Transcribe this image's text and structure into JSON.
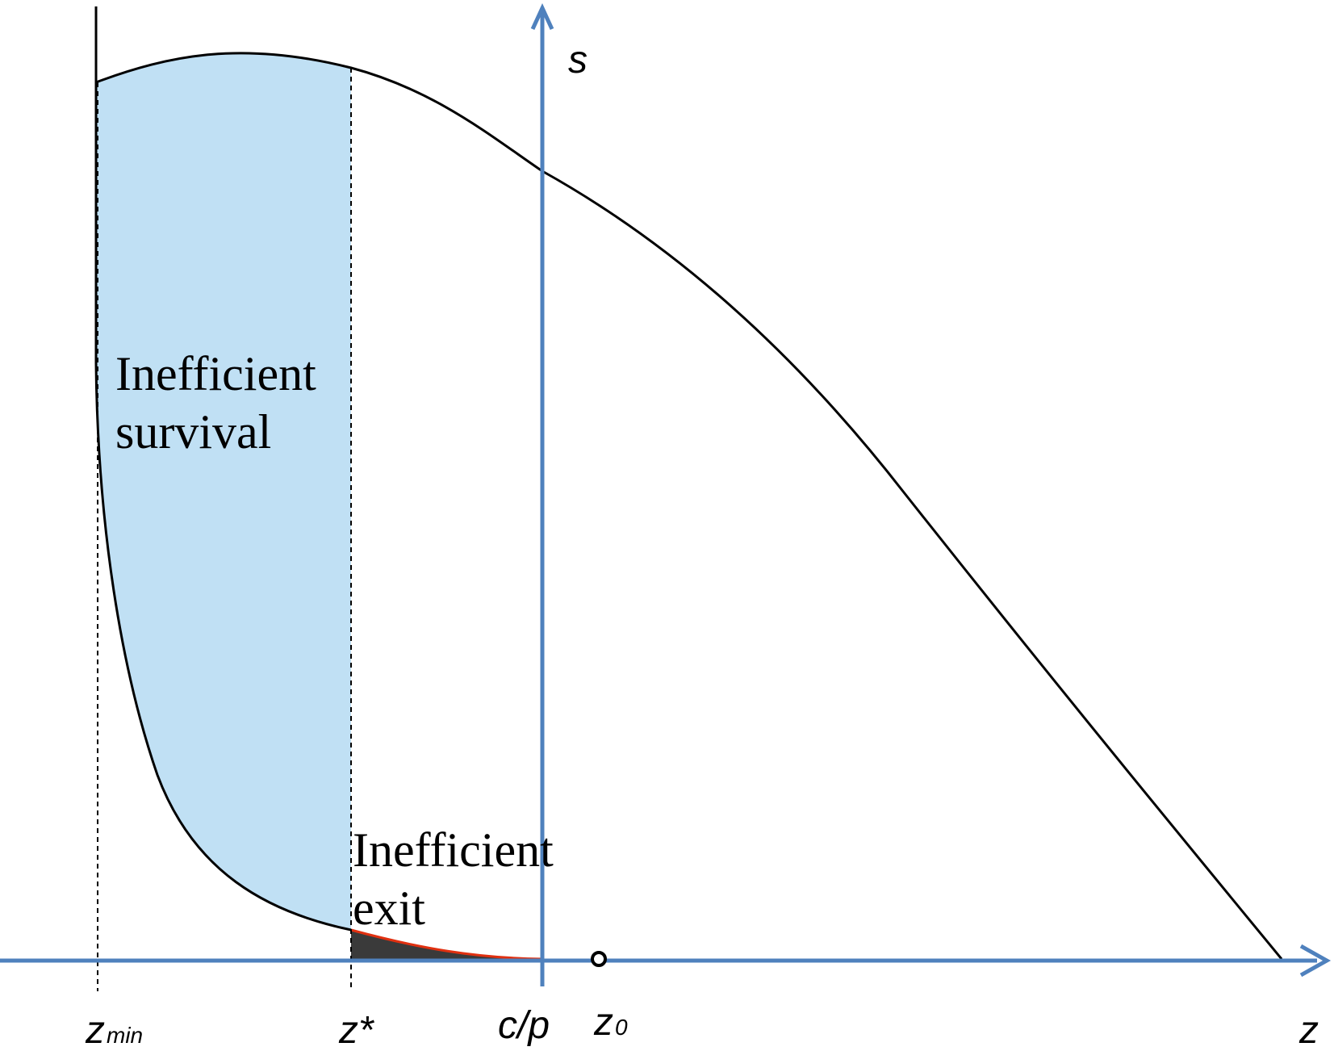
{
  "diagram": {
    "colors": {
      "axis": "#4f81bd",
      "shade_survival": "#c0e0f4",
      "shade_exit": "#3a3a3a",
      "exit_curve": "#e03010",
      "curve": "#000000"
    },
    "regions": {
      "survival_line1": "Inefficient",
      "survival_line2": "survival",
      "exit_line1": "Inefficient",
      "exit_line2": "exit"
    },
    "axes": {
      "y_label": "s",
      "x_label": "z"
    },
    "ticks": {
      "zmin_main": "z",
      "zmin_sub": "min",
      "zstar": "z*",
      "c_over_p": "c/p",
      "z0_main": "z",
      "z0_sub": "0"
    }
  }
}
